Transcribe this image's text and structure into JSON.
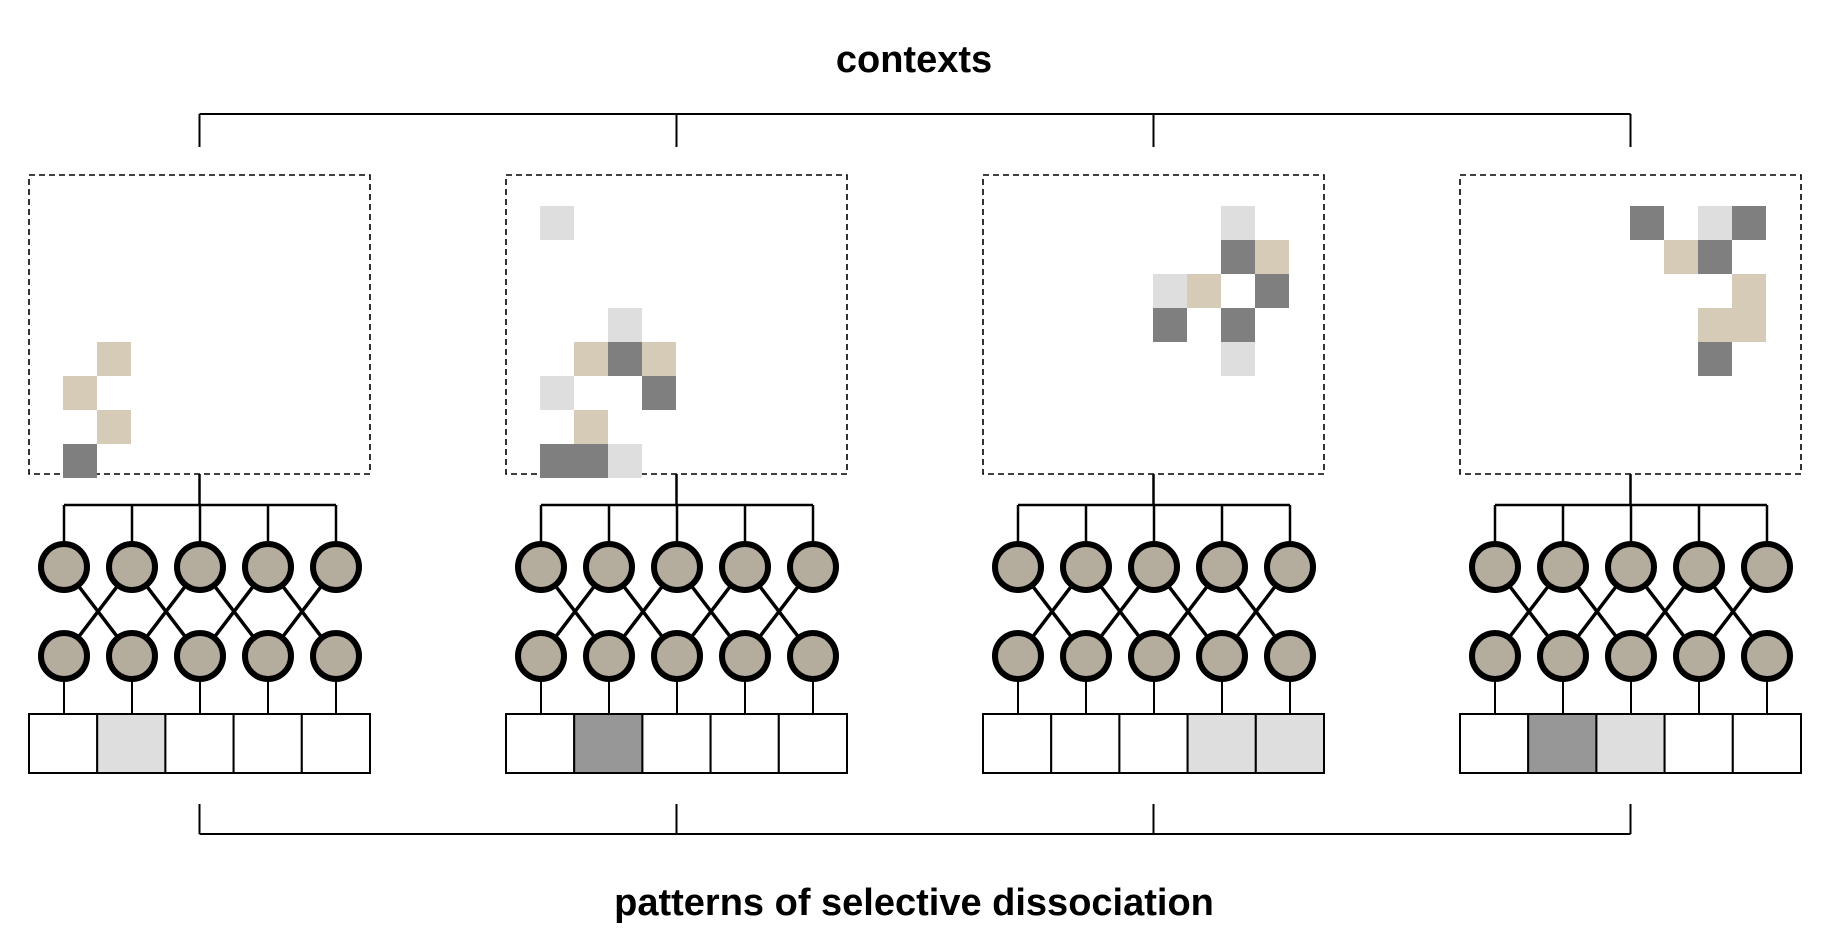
{
  "labels": {
    "top": "contexts",
    "bottom": "patterns of selective dissociation"
  },
  "colors": {
    "tan": "#d6cbb7",
    "dark": "#7f7f7f",
    "light": "#dedede",
    "node_fill": "#b4ac9c",
    "output_dark": "#979797",
    "output_light": "#dedede",
    "stroke": "#000000"
  },
  "panels": [
    {
      "cells": [
        {
          "c": 2,
          "r": 5,
          "color": "tan"
        },
        {
          "c": 1,
          "r": 6,
          "color": "tan"
        },
        {
          "c": 2,
          "r": 7,
          "color": "tan"
        },
        {
          "c": 1,
          "r": 8,
          "color": "dark"
        }
      ],
      "outputs": [
        "white",
        "light",
        "white",
        "white",
        "white"
      ]
    },
    {
      "cells": [
        {
          "c": 1,
          "r": 1,
          "color": "light"
        },
        {
          "c": 3,
          "r": 4,
          "color": "light"
        },
        {
          "c": 2,
          "r": 5,
          "color": "tan"
        },
        {
          "c": 3,
          "r": 5,
          "color": "dark"
        },
        {
          "c": 4,
          "r": 5,
          "color": "tan"
        },
        {
          "c": 1,
          "r": 6,
          "color": "light"
        },
        {
          "c": 4,
          "r": 6,
          "color": "dark"
        },
        {
          "c": 2,
          "r": 7,
          "color": "tan"
        },
        {
          "c": 1,
          "r": 8,
          "color": "dark"
        },
        {
          "c": 2,
          "r": 8,
          "color": "dark"
        },
        {
          "c": 3,
          "r": 8,
          "color": "light"
        }
      ],
      "outputs": [
        "white",
        "dark",
        "white",
        "white",
        "white"
      ]
    },
    {
      "cells": [
        {
          "c": 7,
          "r": 1,
          "color": "light"
        },
        {
          "c": 7,
          "r": 2,
          "color": "dark"
        },
        {
          "c": 8,
          "r": 2,
          "color": "tan"
        },
        {
          "c": 5,
          "r": 3,
          "color": "light"
        },
        {
          "c": 6,
          "r": 3,
          "color": "tan"
        },
        {
          "c": 8,
          "r": 3,
          "color": "dark"
        },
        {
          "c": 5,
          "r": 4,
          "color": "dark"
        },
        {
          "c": 7,
          "r": 4,
          "color": "dark"
        },
        {
          "c": 7,
          "r": 5,
          "color": "light"
        }
      ],
      "outputs": [
        "white",
        "white",
        "white",
        "light",
        "light"
      ]
    },
    {
      "cells": [
        {
          "c": 5,
          "r": 1,
          "color": "dark"
        },
        {
          "c": 7,
          "r": 1,
          "color": "light"
        },
        {
          "c": 8,
          "r": 1,
          "color": "dark"
        },
        {
          "c": 6,
          "r": 2,
          "color": "tan"
        },
        {
          "c": 7,
          "r": 2,
          "color": "dark"
        },
        {
          "c": 8,
          "r": 3,
          "color": "tan"
        },
        {
          "c": 7,
          "r": 4,
          "color": "tan"
        },
        {
          "c": 8,
          "r": 4,
          "color": "tan"
        },
        {
          "c": 7,
          "r": 5,
          "color": "dark"
        }
      ],
      "outputs": [
        "white",
        "dark",
        "light",
        "white",
        "white"
      ]
    }
  ]
}
